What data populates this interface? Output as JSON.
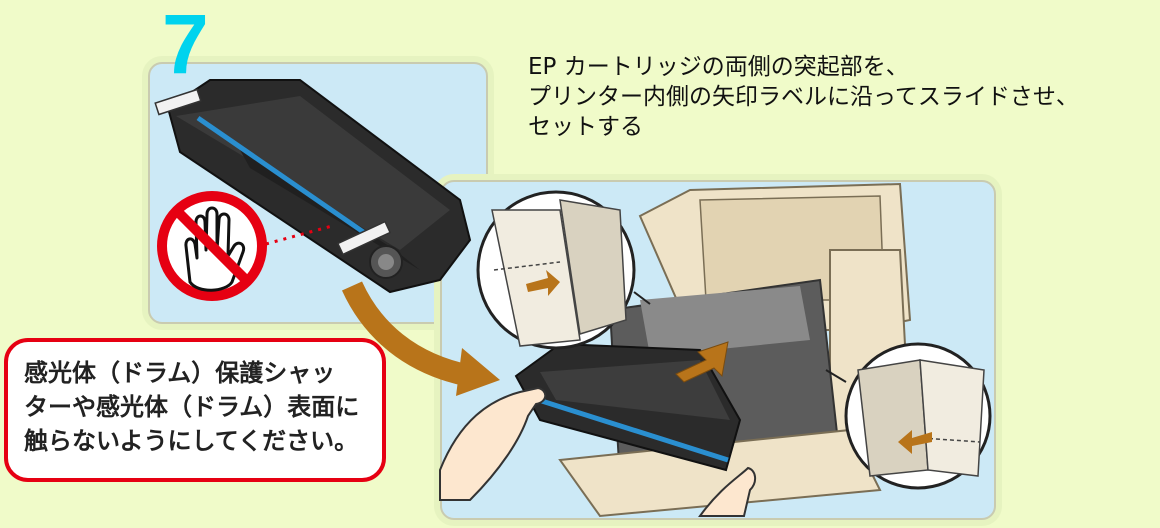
{
  "step_number": "7",
  "instruction": {
    "line1": "EP カートリッジの両側の突起部を、",
    "line2": "プリンター内側の矢印ラベルに沿ってスライドさせ、",
    "line3": "セットする"
  },
  "warning": {
    "line1": "感光体（ドラム）保護シャッ",
    "line2": "ターや感光体（ドラム）表面に",
    "line3": "触らないようにしてください。"
  },
  "icons": [
    "no-touch-icon",
    "insert-arrow-icon",
    "slide-arrow-icon"
  ],
  "colors": {
    "background": "#f0fbc9",
    "panel": "#cce9f6",
    "step_number": "#00d3ee",
    "warning_border": "#e60012",
    "arrow": "#b8741a",
    "drum": "#2a8fd0"
  }
}
